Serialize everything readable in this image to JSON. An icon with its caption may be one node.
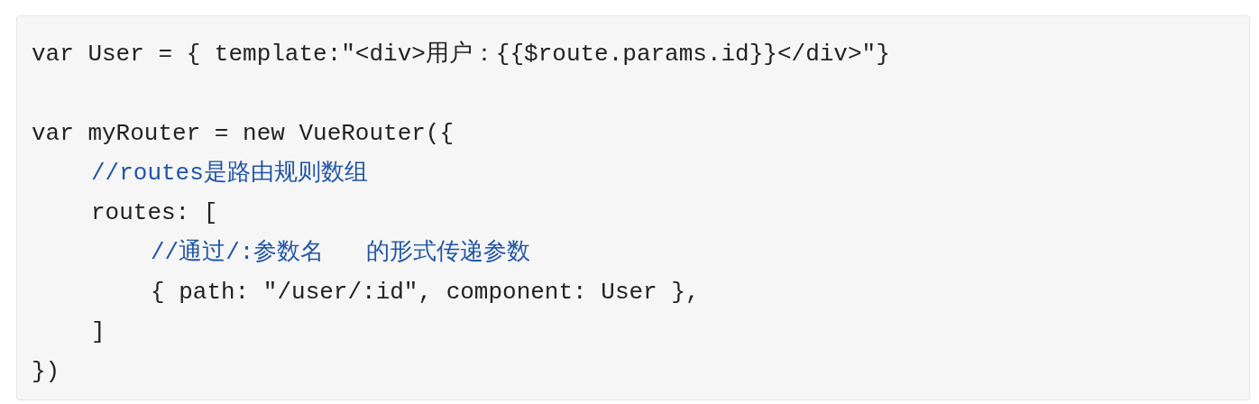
{
  "diagram": {
    "labels": [
      "var User = { template:\"<div>用户：{{$route.params.id}}</div>\"}",
      "var myRouter = new VueRouter({",
      "//routes是路由规则数组",
      "routes: [",
      "//通过/:参数名   的形式传递参数",
      "{ path: \"/user/:id\", component: User },",
      "]",
      "})"
    ]
  }
}
